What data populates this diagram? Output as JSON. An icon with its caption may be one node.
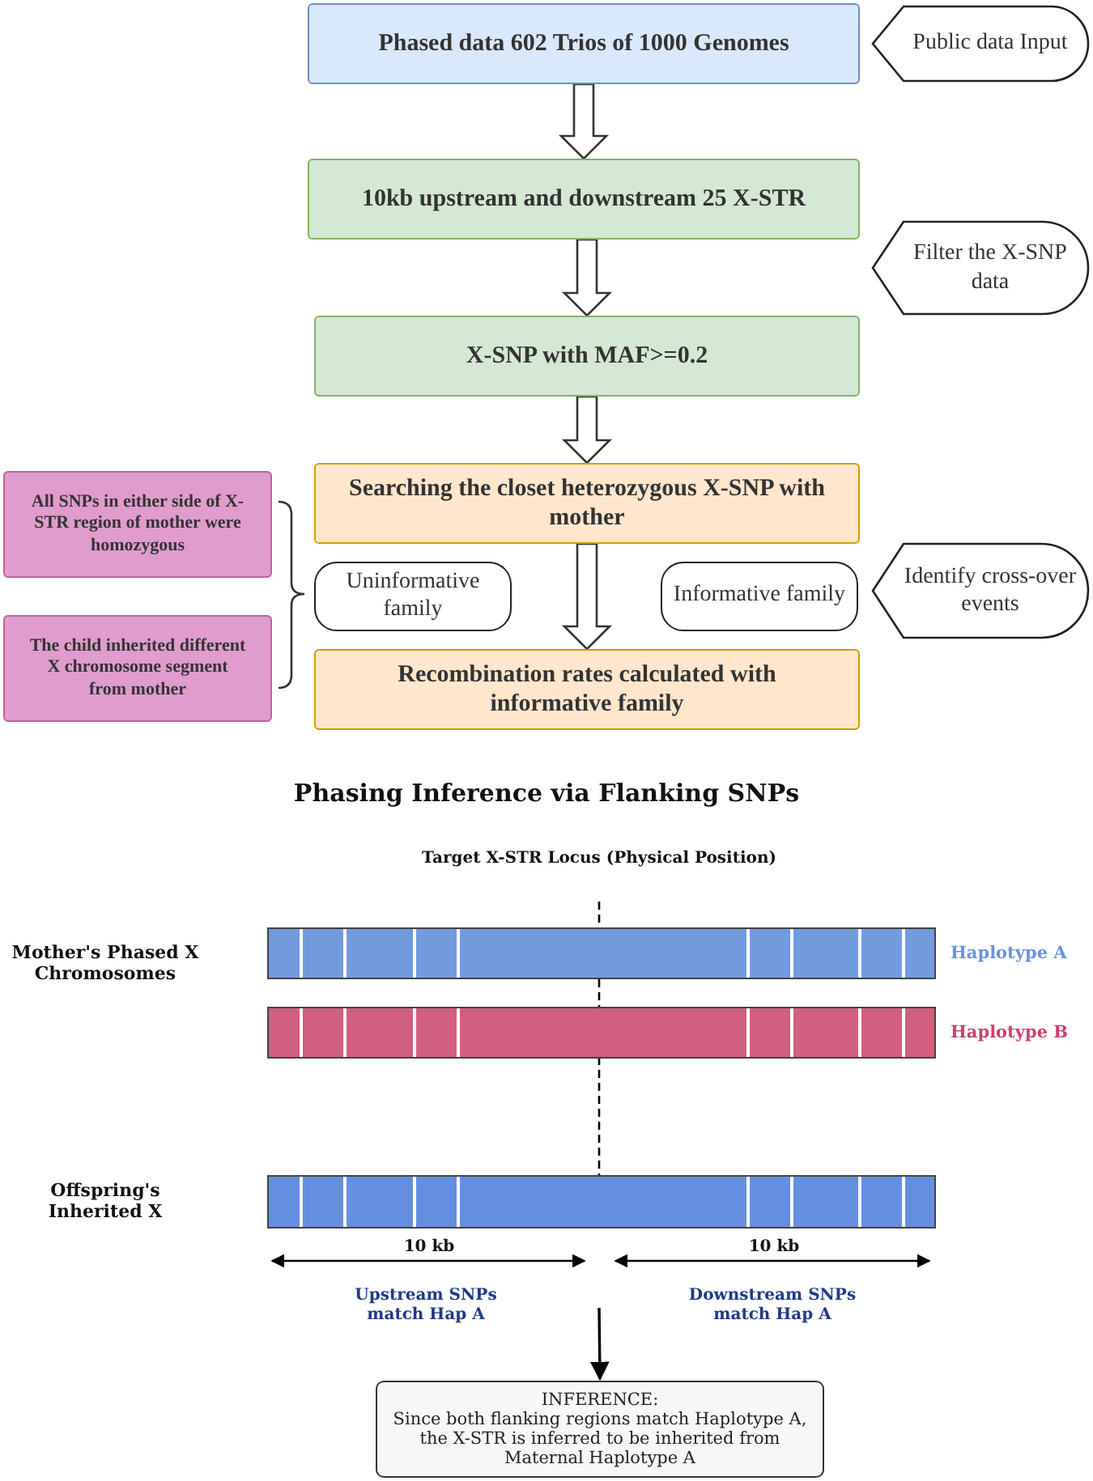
{
  "diagram": {
    "title": "Phasing Inference via Flanking SNPs",
    "nodes": [
      {
        "text": [
          "Phased data 602 Trios of 1000 Genomes"
        ]
      },
      {
        "text": [
          "Public data Input"
        ]
      },
      {
        "text": [
          "10kb upstream and downstream 25 X-STR"
        ]
      },
      {
        "text": [
          "Filter the X-SNP data"
        ]
      },
      {
        "text": [
          "X-SNP with MAF>=0.2"
        ]
      },
      {
        "text": [
          "Searching the closet heterozygous X-SNP with mother"
        ]
      },
      {
        "text": [
          "Uninformative family"
        ]
      },
      {
        "text": [
          "Informative family"
        ]
      },
      {
        "text": [
          "Identify cross-over events"
        ]
      },
      {
        "text": [
          "Recombination rates calculated with informative family"
        ]
      },
      {
        "text": [
          "All SNPs in either side of X-STR region of mother were homozygous"
        ]
      },
      {
        "text": [
          "The child inherited different X chromosome segment from mother"
        ]
      },
      {
        "text": [],
        "shape": "bar",
        "beside": [
          "Haplotype A"
        ]
      },
      {
        "text": [],
        "shape": "bar",
        "beside": [
          "Haplotype B"
        ]
      },
      {
        "text": [],
        "shape": "bar"
      },
      {
        "text": [
          "INFERENCE:",
          "Since both flanking regions match Haplotype A, the X-STR is inferred to be inherited from Maternal Haplotype A"
        ]
      }
    ],
    "edges": [
      {
        "from": 0,
        "to": 2,
        "arrow": "to"
      },
      {
        "from": 2,
        "to": 4,
        "arrow": "to"
      },
      {
        "from": 4,
        "to": 5,
        "arrow": "to"
      },
      {
        "from": 5,
        "to": 9,
        "arrow": "to"
      },
      {
        "from": null,
        "to": 15,
        "arrow": "to"
      }
    ],
    "labels": [
      "Target X-STR Locus (Physical Position)",
      "Mother's Phased X Chromosomes",
      "Offspring's Inherited X",
      "10 kb",
      "10 kb",
      "Upstream SNPs match Hap A",
      "Downstream SNPs match Hap A"
    ]
  }
}
